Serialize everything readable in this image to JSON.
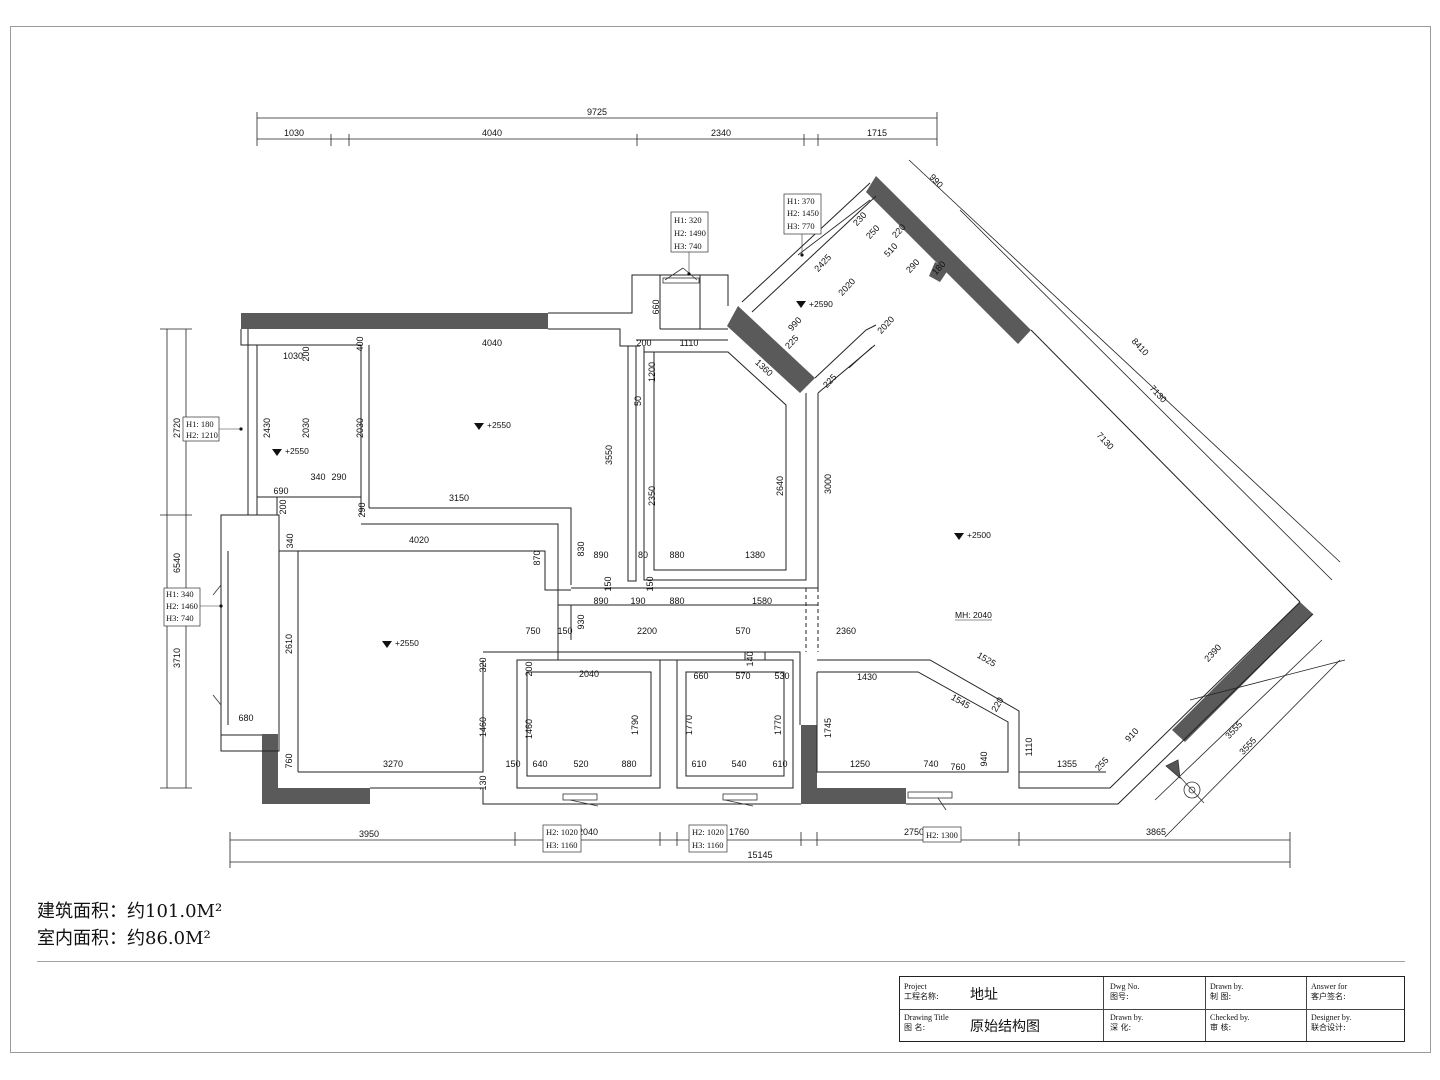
{
  "drawing": {
    "levels": {
      "dining": "+2550",
      "left_room": "+2550",
      "bedroom_lower": "+2550",
      "bay": "+2590",
      "living": "+2500"
    },
    "mh_label": "MH: 2040",
    "window_tags": {
      "w_left_top": [
        "H1: 180",
        "H2: 1210"
      ],
      "w_left": [
        "H1: 340",
        "H2: 1460",
        "H3: 740"
      ],
      "w_top": [
        "H1: 320",
        "H2: 1490",
        "H3: 740"
      ],
      "w_bay": [
        "H1: 370",
        "H2: 1450",
        "H3: 770"
      ],
      "w_bottom_1": [
        "H2: 1020",
        "H3: 1160"
      ],
      "w_bottom_2": [
        "H2: 1020",
        "H3: 1160"
      ],
      "w_bottom_3": [
        "H2: 1300"
      ]
    }
  },
  "areas": {
    "building_area": "建筑面积：约101.0M²",
    "interior_area": "室内面积：约86.0M²"
  },
  "title_block": {
    "project_en": "Project",
    "project_cn": "工程名称:",
    "project_value": "地址",
    "drawing_title_en": "Drawing Title",
    "drawing_title_cn": "图  名:",
    "drawing_title_value": "原始结构图",
    "dwg_no_en": "Dwg No.",
    "dwg_no_cn": "图号:",
    "drawn_by_en": "Drawn by.",
    "drawn_by_cn": "深 化:",
    "drawn_by2_en": "Drawn by.",
    "drawn_by2_cn": "制 图:",
    "checked_en": "Checked by.",
    "checked_cn": "审 核:",
    "answer_en": "Answer for",
    "answer_cn": "客户签名:",
    "designer_en": "Designer by.",
    "designer_cn": "联合设计:"
  }
}
